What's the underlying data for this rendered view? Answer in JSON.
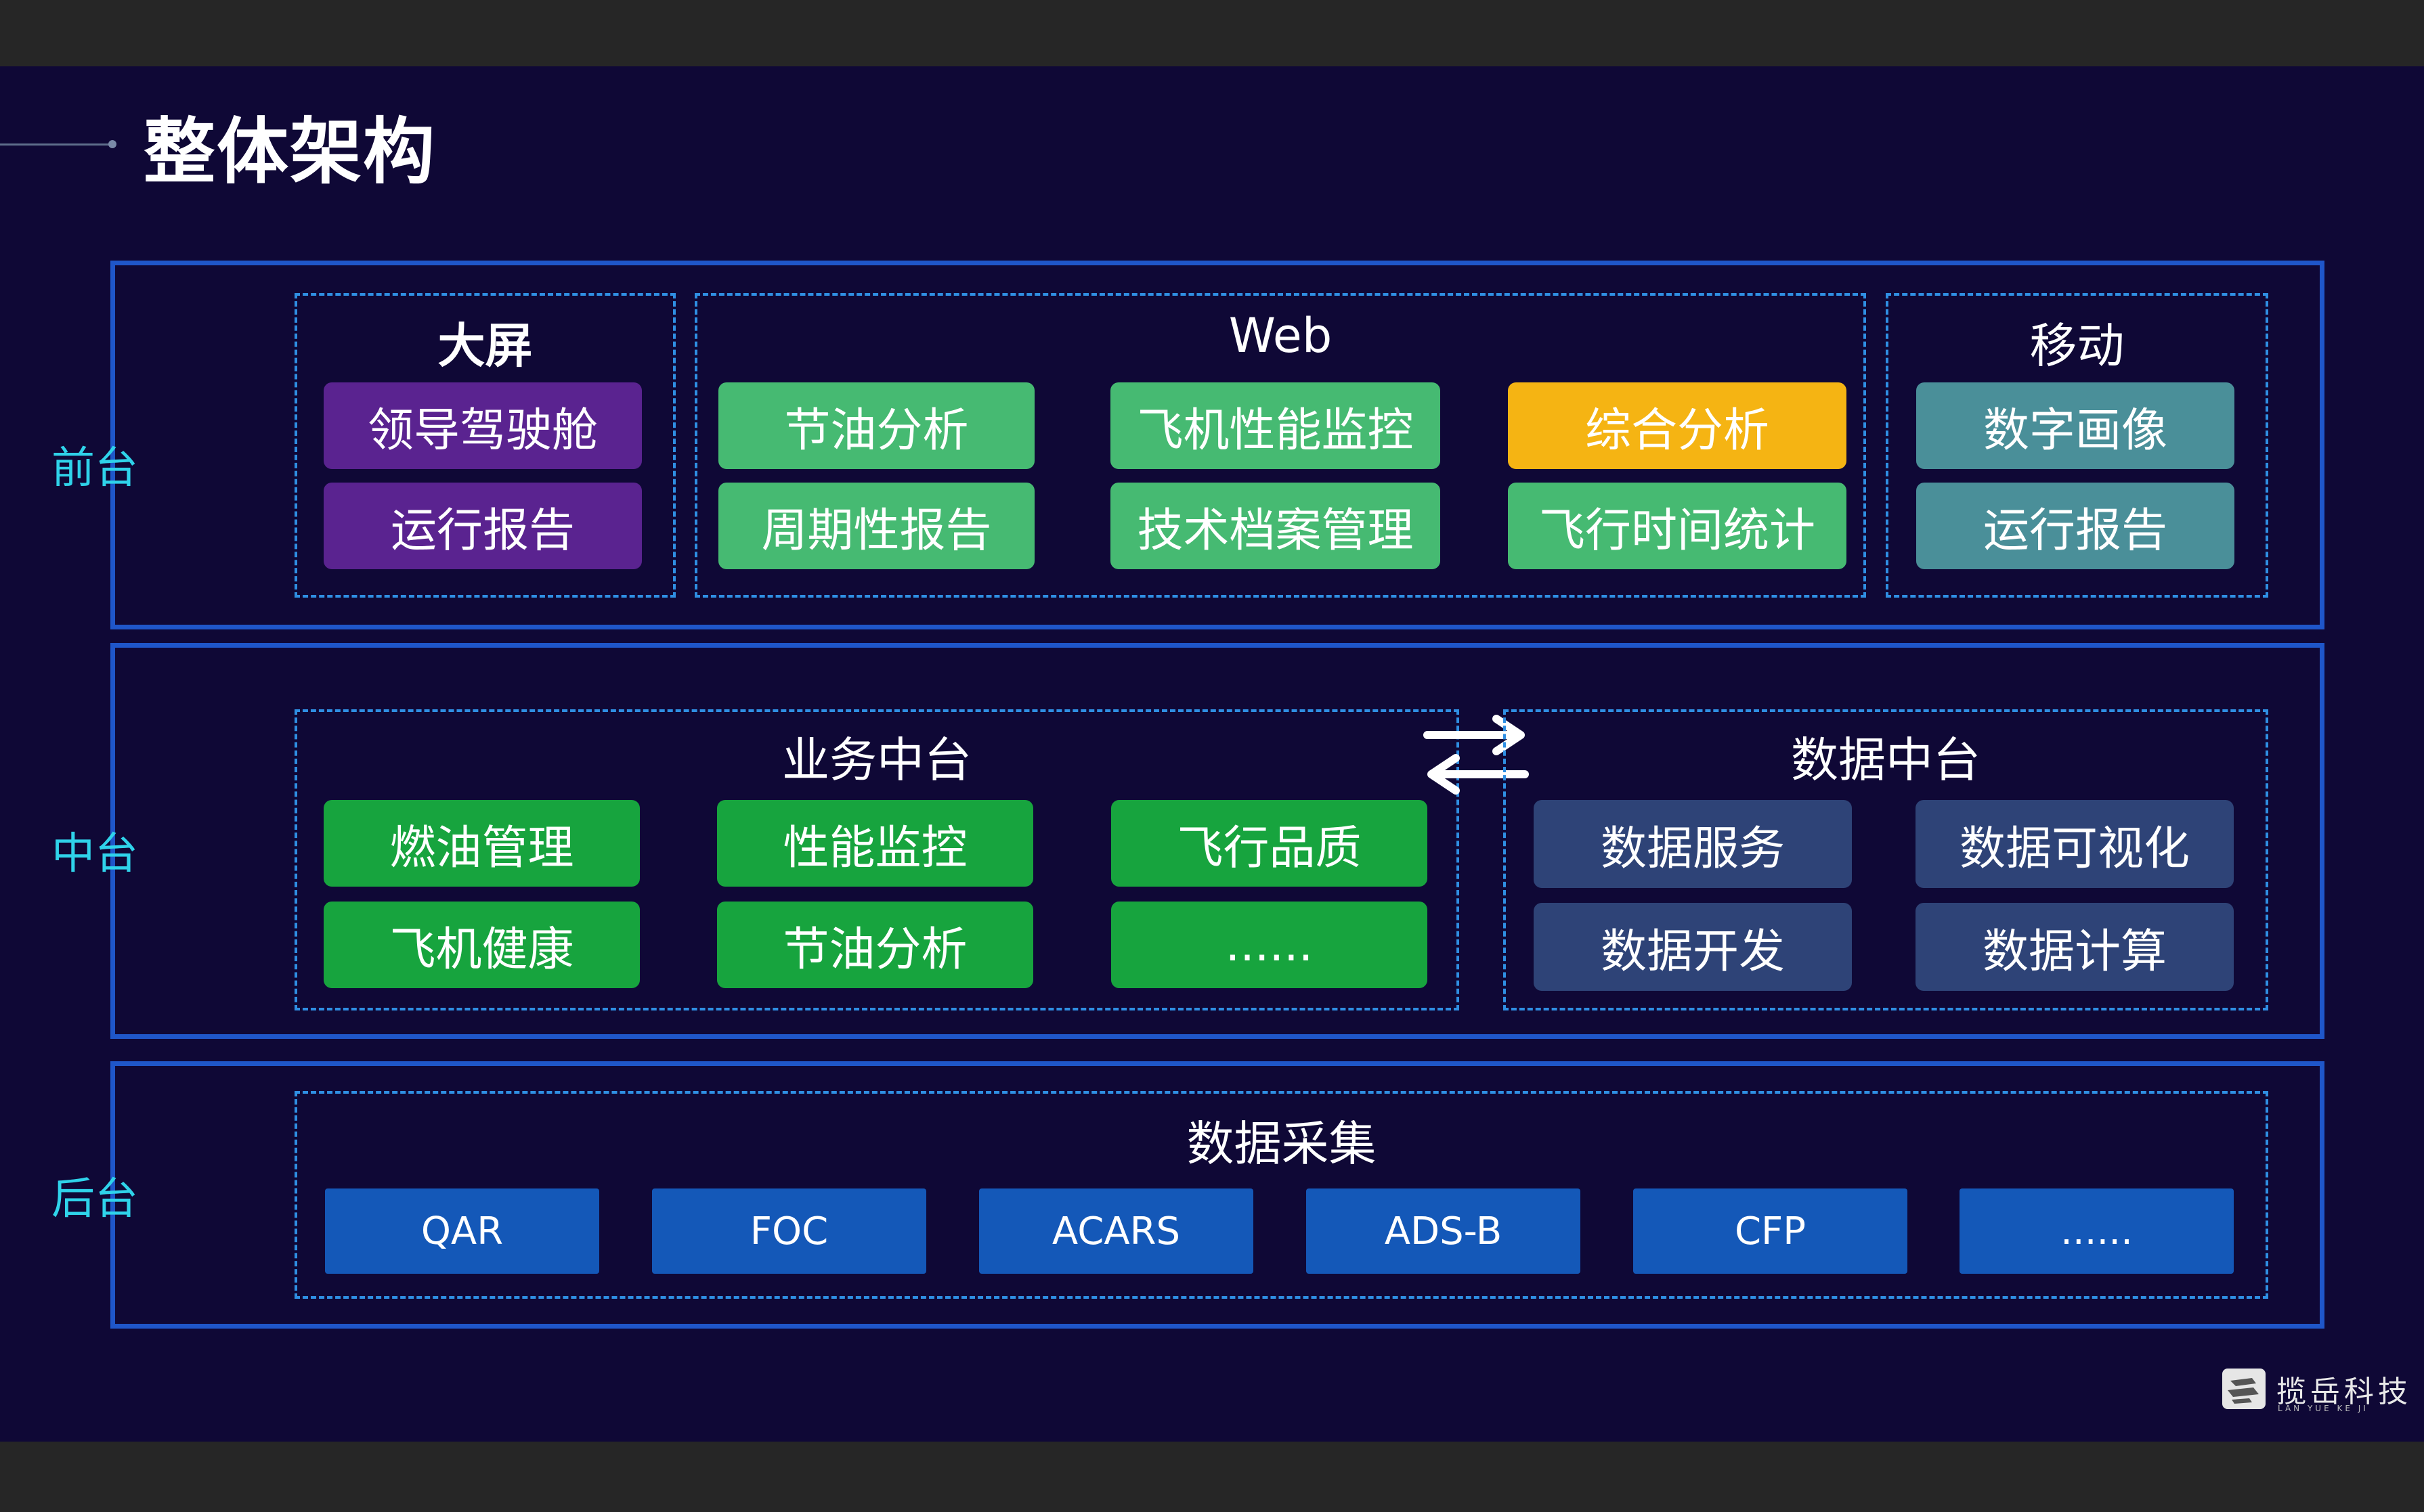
{
  "title": "整体架构",
  "front": {
    "label": "前台",
    "bigscreen": {
      "title": "大屏",
      "items": [
        "领导驾驶舱",
        "运行报告"
      ]
    },
    "web": {
      "title": "Web",
      "items": [
        "节油分析",
        "飞机性能监控",
        "综合分析",
        "周期性报告",
        "技术档案管理",
        "飞行时间统计"
      ]
    },
    "mobile": {
      "title": "移动",
      "items": [
        "数字画像",
        "运行报告"
      ]
    }
  },
  "middle": {
    "label": "中台",
    "business": {
      "title": "业务中台",
      "items": [
        "燃油管理",
        "性能监控",
        "飞行品质",
        "飞机健康",
        "节油分析",
        "......"
      ]
    },
    "data": {
      "title": "数据中台",
      "items": [
        "数据服务",
        "数据可视化",
        "数据开发",
        "数据计算"
      ]
    }
  },
  "back": {
    "label": "后台",
    "collect": {
      "title": "数据采集",
      "items": [
        "QAR",
        "FOC",
        "ACARS",
        "ADS-B",
        "CFP",
        "......"
      ]
    }
  },
  "logo": {
    "text": "揽岳科技",
    "sub": "LAN YUE KE JI"
  },
  "colors": {
    "background": "#0f0836",
    "layer_border": "#1f56c9",
    "group_border": "#2f8fe3",
    "layer_label": "#2fd3ea",
    "purple": "#5a2390",
    "light_green": "#46ba72",
    "orange": "#f5b413",
    "teal": "#4a8f99",
    "green": "#17a43e",
    "slate": "#2e4377",
    "blue": "#1458b8"
  }
}
